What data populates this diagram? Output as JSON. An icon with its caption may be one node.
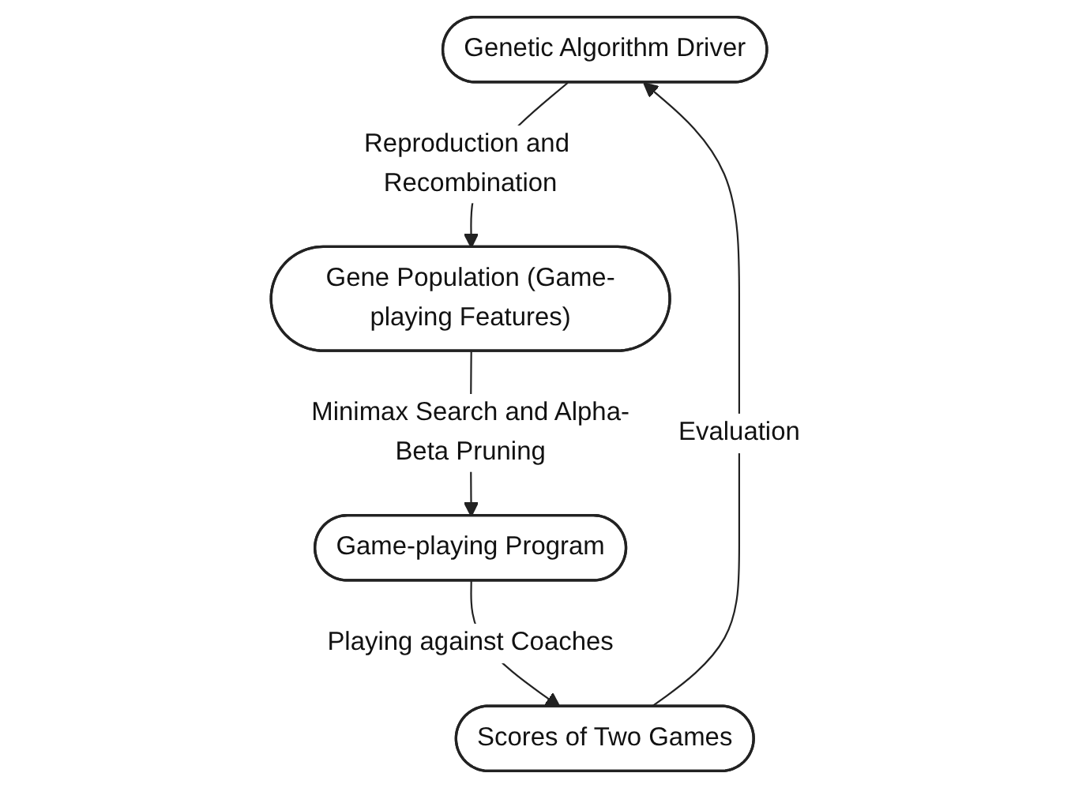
{
  "diagram": {
    "nodes": [
      {
        "text": [
          "Genetic Algorithm Driver"
        ]
      },
      {
        "text": [
          "Gene Population (Game-playing Features)"
        ]
      },
      {
        "text": [
          "Game-playing Program"
        ]
      },
      {
        "text": [
          "Scores of Two Games"
        ]
      }
    ],
    "edges": [
      {
        "from": 0,
        "to": 1,
        "arrow": "to",
        "label": "Reproduction and Recombination"
      },
      {
        "from": 1,
        "to": 2,
        "arrow": "to",
        "label": "Minimax Search and Alpha-Beta Pruning"
      },
      {
        "from": 2,
        "to": 3,
        "arrow": "to",
        "label": "Playing against Coaches"
      },
      {
        "from": 3,
        "to": 0,
        "arrow": "to",
        "label": "Evaluation"
      }
    ]
  }
}
